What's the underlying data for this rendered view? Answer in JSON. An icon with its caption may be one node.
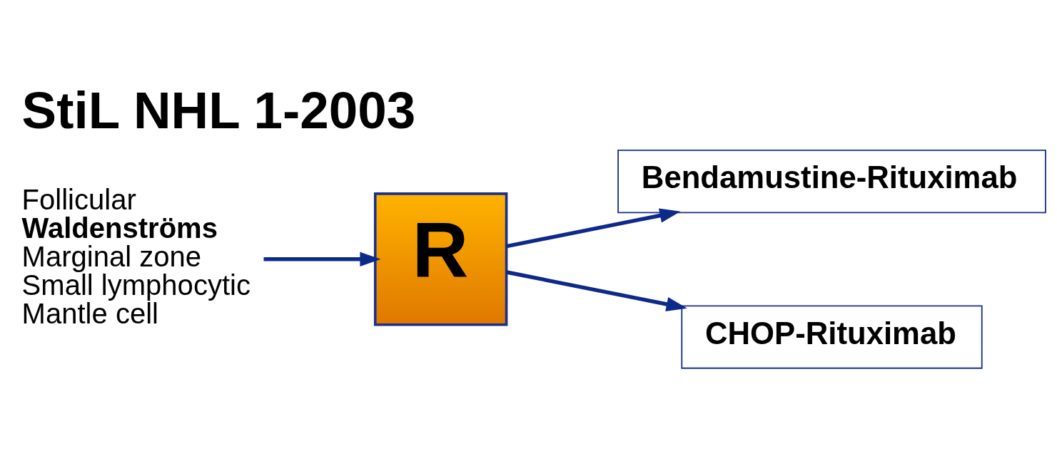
{
  "diagram": {
    "title": "StiL NHL 1-2003",
    "nodes": [
      {
        "text": [
          "Follicular",
          "Waldenströms",
          "Marginal zone",
          "Small lymphocytic",
          "Mantle cell"
        ]
      },
      {
        "text": [
          "R"
        ]
      },
      {
        "text": [
          "Bendamustine-Rituximab"
        ]
      },
      {
        "text": [
          "CHOP-Rituximab"
        ]
      }
    ],
    "edges": [
      {
        "from": 0,
        "to": 1,
        "arrow": "to"
      },
      {
        "from": 1,
        "to": 2,
        "arrow": "to"
      },
      {
        "from": 1,
        "to": 3,
        "arrow": "to"
      }
    ]
  }
}
